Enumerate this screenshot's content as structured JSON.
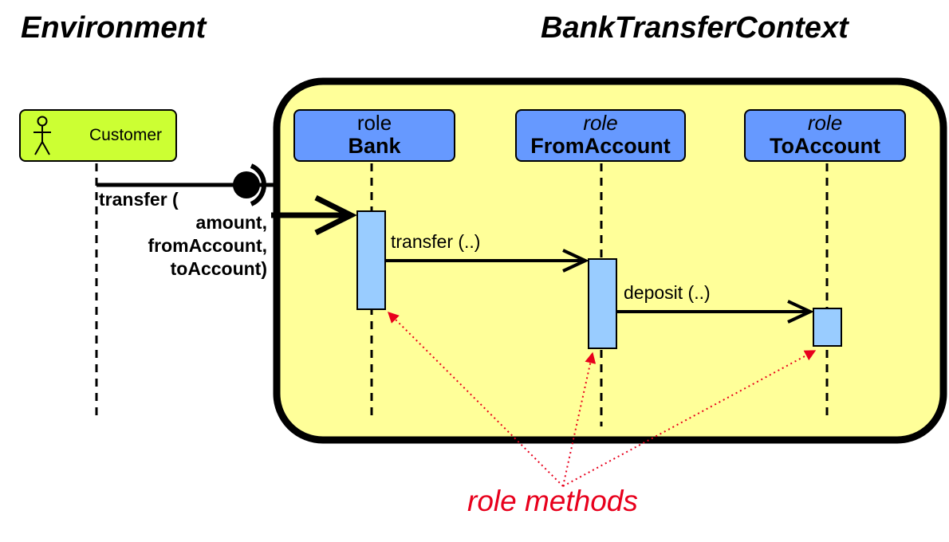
{
  "environment_title": "Environment",
  "context_title": "BankTransferContext",
  "actor": {
    "label": "Customer",
    "icon": "stick-figure-icon"
  },
  "roles": [
    {
      "keyword": "role",
      "keyword_italic": false,
      "name": "Bank"
    },
    {
      "keyword": "role",
      "keyword_italic": true,
      "name": "FromAccount"
    },
    {
      "keyword": "role",
      "keyword_italic": true,
      "name": "ToAccount"
    }
  ],
  "environment_message": {
    "line1": "transfer (",
    "line2": "amount,",
    "line3": "fromAccount,",
    "line4": "toAccount)"
  },
  "messages": [
    {
      "label": "transfer (..)",
      "from": "Bank",
      "to": "FromAccount"
    },
    {
      "label": "deposit (..)",
      "from": "FromAccount",
      "to": "ToAccount"
    }
  ],
  "annotation": {
    "label": "role methods",
    "color": "#e8001c"
  },
  "colors": {
    "context_fill": "#ffff99",
    "actor_fill": "#ccff33",
    "role_fill": "#6699ff",
    "activation_fill": "#99ccff"
  }
}
